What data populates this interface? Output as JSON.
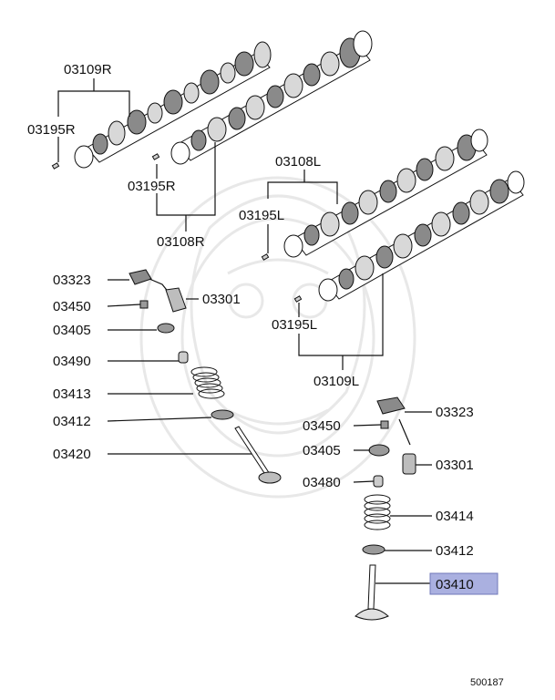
{
  "diagram": {
    "labels": {
      "camshaft_r_rh": "03109R",
      "pin_r_rh": "03195R",
      "pin_r_lh": "03195R",
      "camshaft_r_lh": "03108R",
      "camshaft_l_top": "03108L",
      "pin_l_top": "03195L",
      "pin_l_bottom": "03195L",
      "camshaft_l_bottom": "03109L",
      "rocker_left": "03323",
      "adjuster_left": "03450",
      "lash_left": "03301",
      "retainer_left": "03405",
      "seal_left": "03490",
      "spring_left": "03413",
      "seat_left": "03412",
      "valve_left": "03420",
      "rocker_right": "03323",
      "adjuster_right": "03450",
      "retainer_right": "03405",
      "lash_right": "03301",
      "seal_right": "03480",
      "spring_right": "03414",
      "seat_right": "03412",
      "valve_right_highlighted": "03410"
    },
    "diagram_code": "500187",
    "highlight_color": "#aab0e0"
  }
}
